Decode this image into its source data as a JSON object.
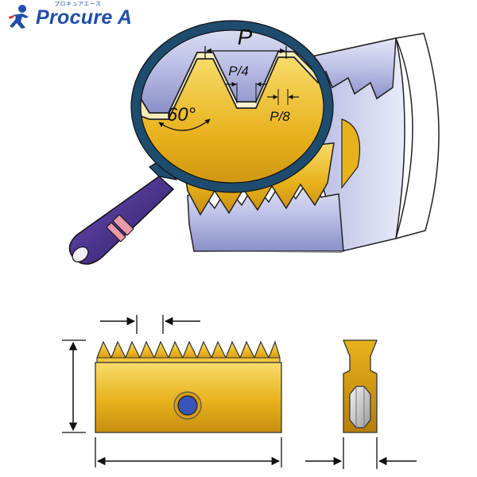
{
  "logo": {
    "name": "Procure A",
    "subtitle": "プロキュアエース",
    "icon": "person-runner-icon",
    "colors": {
      "blue": "#1f4fa8",
      "red": "#d9332b"
    }
  },
  "diagram": {
    "pitch_label": "P",
    "quarter_pitch_label": "P/4",
    "eighth_pitch_label": "P/8",
    "angle_label": "60°",
    "colors": {
      "insert_gold": "#e8b21c",
      "thread_lavender": "#bcc0e6",
      "lens_rim": "#1e4c6e",
      "handle_purple": "#4a2d8c",
      "handle_band": "#e89aa8",
      "hole_blue": "#3a55b5"
    }
  }
}
